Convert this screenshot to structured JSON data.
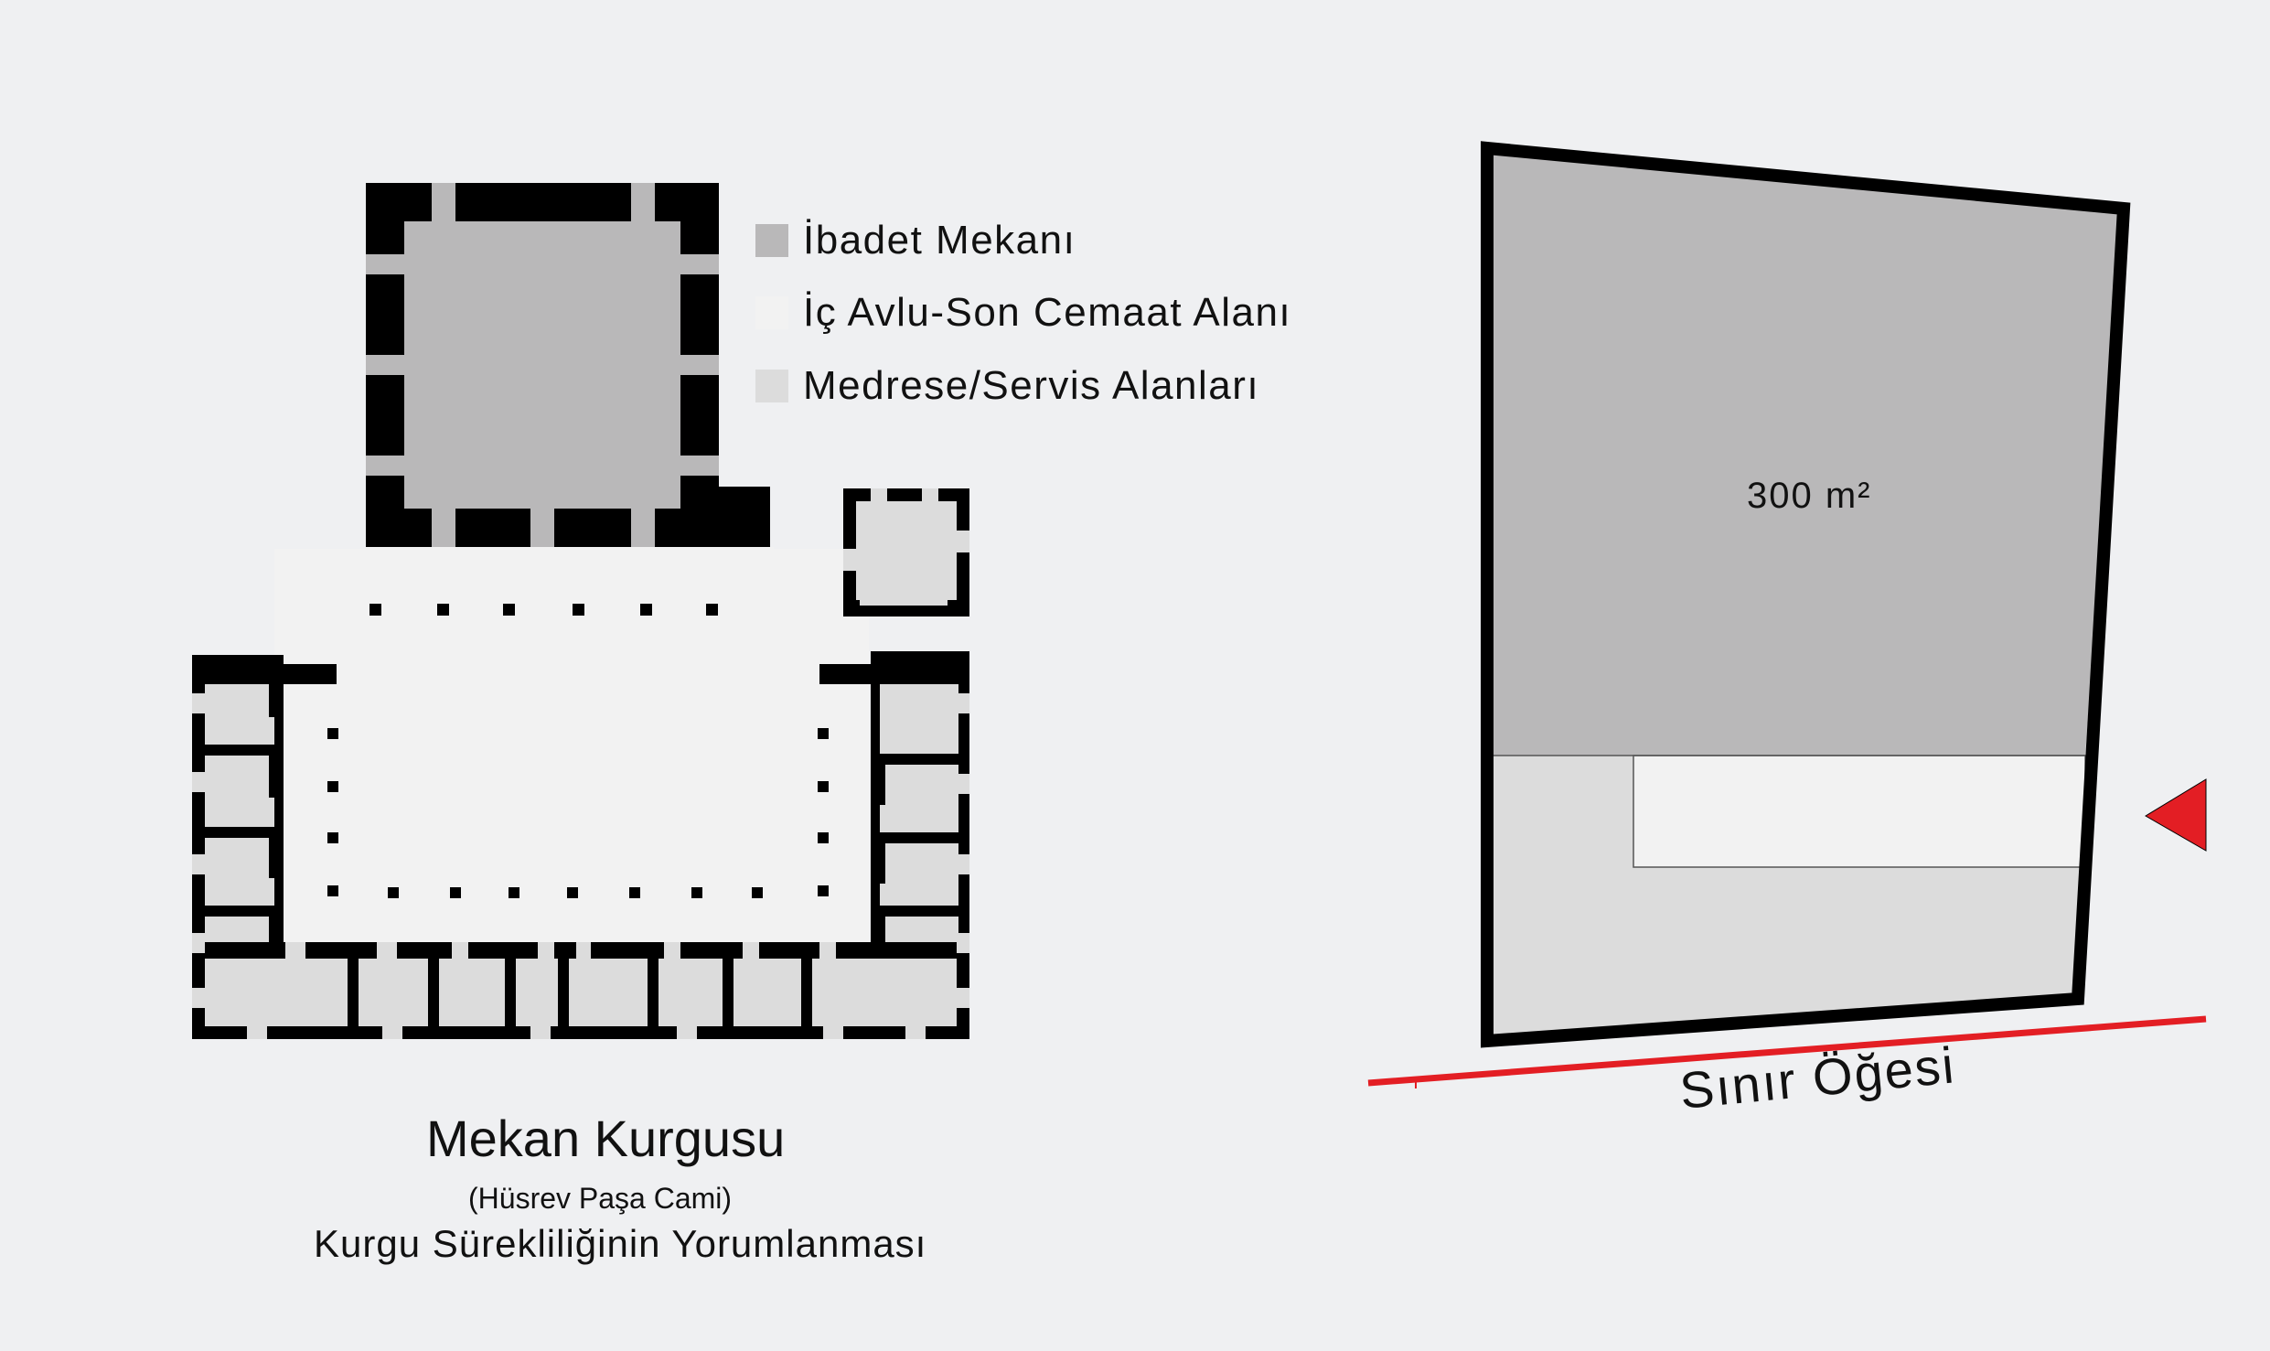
{
  "legend": {
    "items": [
      {
        "label": "İbadet Mekanı",
        "color": "#b9b8b9"
      },
      {
        "label": "İç Avlu-Son Cemaat Alanı",
        "color": "#f2f2f2"
      },
      {
        "label": "Medrese/Servis Alanları",
        "color": "#dcdcdc"
      }
    ]
  },
  "plan": {
    "title": "Mekan Kurgusu",
    "subtitle": "(Hüsrev Paşa Cami)",
    "caption": "Kurgu Sürekliliğinin Yorumlanması"
  },
  "site": {
    "area_label": "300 m²",
    "boundary_label": "Sınır Öğesi",
    "boundary_color": "#e31e24",
    "entrance_marker": "red-triangle-arrow"
  },
  "colors": {
    "background": "#eff0f2",
    "wall": "#000000",
    "worship": "#b9b8b9",
    "courtyard": "#f2f2f2",
    "service": "#dcdcdc"
  }
}
